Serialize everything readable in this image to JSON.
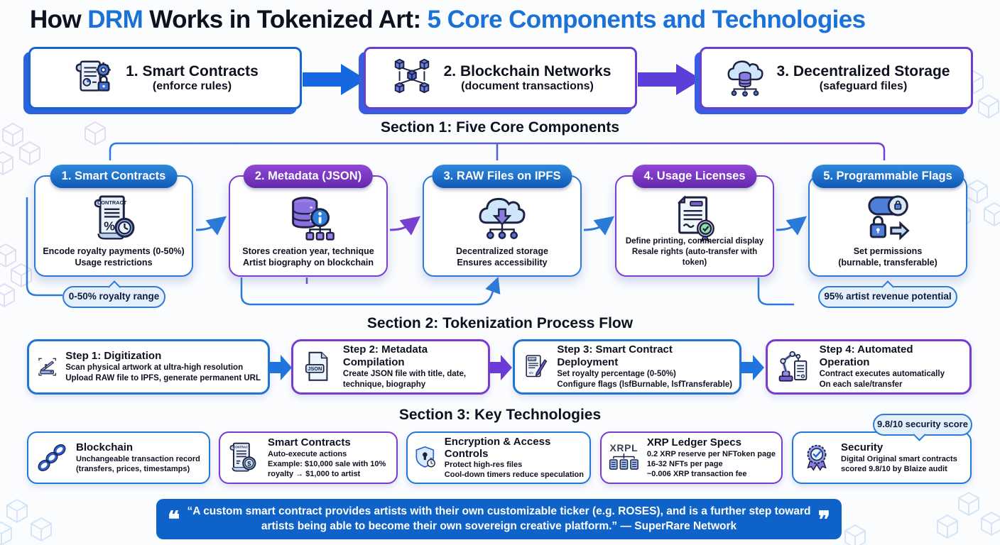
{
  "title": {
    "part1": "How ",
    "drm": "DRM",
    "part2": " Works in Tokenized Art: ",
    "part3": "5 Core Components and Technologies"
  },
  "colors": {
    "accent_blue": "#1a72d8",
    "accent_purple": "#7a3bd0",
    "quote_background": "#0f63c8",
    "badge_background": "#e3f0fc"
  },
  "top_flow": [
    {
      "title": "1. Smart Contracts",
      "subtitle": "(enforce rules)",
      "icon": "contract-gear-lock"
    },
    {
      "title": "2. Blockchain Networks",
      "subtitle": "(document transactions)",
      "icon": "cube-network"
    },
    {
      "title": "3. Decentralized Storage",
      "subtitle": "(safeguard files)",
      "icon": "cloud-database"
    }
  ],
  "section1": {
    "heading": "Section 1: Five Core Components",
    "cards": [
      {
        "header": "1. Smart Contracts",
        "lines": [
          "Encode royalty payments (0-50%)",
          "Usage restrictions"
        ]
      },
      {
        "header": "2. Metadata (JSON)",
        "lines": [
          "Stores creation year, technique",
          "Artist biography on blockchain"
        ]
      },
      {
        "header": "3. RAW Files on IPFS",
        "lines": [
          "Decentralized storage",
          "Ensures accessibility"
        ]
      },
      {
        "header": "4. Usage Licenses",
        "lines": [
          "Define printing, commercial display",
          "Resale rights (auto-transfer with token)"
        ]
      },
      {
        "header": "5. Programmable Flags",
        "lines": [
          "Set permissions",
          "(burnable, transferable)"
        ]
      }
    ],
    "badges": [
      {
        "text": "0-50% royalty range"
      },
      {
        "text": "95% artist revenue potential"
      }
    ]
  },
  "section2": {
    "heading": "Section 2: Tokenization Process Flow",
    "steps": [
      {
        "title": "Step 1: Digitization",
        "lines": [
          "Scan physical artwork at ultra-high resolution",
          "Upload RAW file to IPFS, generate permanent URL"
        ]
      },
      {
        "title": "Step 2: Metadata Compilation",
        "lines": [
          "Create JSON file with title, date,",
          "technique, biography"
        ]
      },
      {
        "title": "Step 3: Smart Contract Deployment",
        "lines": [
          "Set royalty percentage (0-50%)",
          "Configure flags (lsfBurnable, lsfTransferable)"
        ]
      },
      {
        "title": "Step 4: Automated Operation",
        "lines": [
          "Contract executes automatically",
          "On each sale/transfer"
        ]
      }
    ]
  },
  "section3": {
    "heading": "Section 3: Key Technologies",
    "security_badge": "9.8/10 security score",
    "cards": [
      {
        "title": "Blockchain",
        "lines": [
          "Unchangeable transaction record",
          "(transfers, prices, timestamps)"
        ]
      },
      {
        "title": "Smart Contracts",
        "lines": [
          "Auto-execute actions",
          "Example: $10,000 sale with 10%",
          "royalty → $1,000 to artist"
        ]
      },
      {
        "title": "Encryption & Access Controls",
        "lines": [
          "Protect high-res files",
          "Cool-down timers reduce speculation"
        ]
      },
      {
        "title": "XRP Ledger Specs",
        "lines": [
          "0.2 XRP reserve per NFToken page",
          "16-32 NFTs per page",
          "~0.006 XRP transaction fee"
        ]
      },
      {
        "title": "Security",
        "lines": [
          "Digital Original smart contracts",
          "scored 9.8/10 by Blaize audit"
        ]
      }
    ]
  },
  "quote": {
    "open_mark": "❝",
    "close_mark": "❞",
    "text": "“A custom smart contract provides artists with their own customizable ticker (e.g. ROSES), and is a further step toward artists being able to become their own sovereign creative platform.” — SuperRare Network"
  }
}
